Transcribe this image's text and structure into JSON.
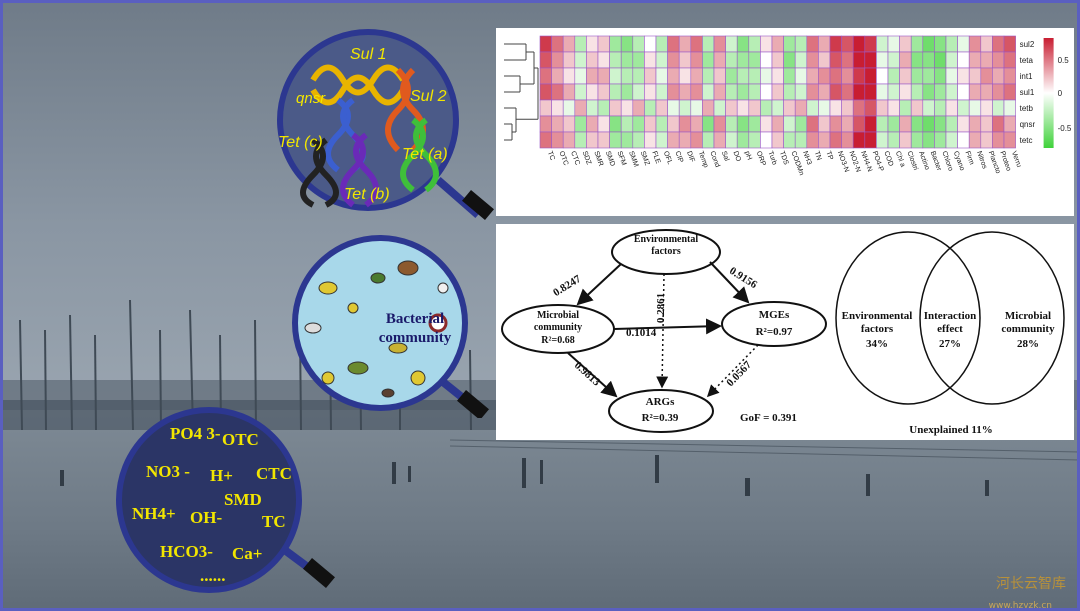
{
  "lens_args": {
    "labels": [
      "Sul 1",
      "qnsr",
      "Sul 2",
      "Tet (c)",
      "Tet (a)",
      "Tet (b)"
    ]
  },
  "lens_bacteria": {
    "label": "Bacterial community"
  },
  "lens_chemicals": {
    "labels": [
      "PO4 3-",
      "OTC",
      "NO3 -",
      "H+",
      "CTC",
      "SMD",
      "NH4+",
      "OH-",
      "TC",
      "HCO3-",
      "Ca+",
      "......"
    ]
  },
  "heatmap": {
    "rows": [
      "sul2",
      "teta",
      "int1",
      "sul1",
      "tetb",
      "qnsr",
      "tetc"
    ],
    "columns": [
      "TC",
      "OTC",
      "CTC",
      "SDZ",
      "SMR",
      "SMD",
      "SFM",
      "SMM",
      "SMZ",
      "FLE",
      "OFL",
      "CIP",
      "DIF",
      "Temp",
      "Cond",
      "Sal",
      "DO",
      "pH",
      "ORP",
      "Turb",
      "TDS",
      "CODMn",
      "NH3",
      "TN",
      "TP",
      "NO3-N",
      "NO2-N",
      "NH4-N",
      "PO4-P",
      "COD",
      "Chl a",
      "Clostri",
      "Actino",
      "Bacter",
      "Chloro",
      "Cyano",
      "Firm",
      "Nitros",
      "Plancto",
      "Proteo",
      "Verru"
    ],
    "legend_ticks": [
      "0.5",
      "0",
      "-0.5"
    ],
    "values": [
      [
        0.7,
        0.5,
        0.3,
        -0.3,
        0.1,
        0.2,
        -0.4,
        -0.5,
        -0.3,
        0.0,
        -0.3,
        0.5,
        0.3,
        0.5,
        -0.3,
        0.4,
        -0.2,
        -0.5,
        -0.3,
        0.1,
        0.3,
        -0.4,
        -0.3,
        0.5,
        0.3,
        0.7,
        0.6,
        0.8,
        0.7,
        -0.2,
        -0.1,
        0.2,
        -0.4,
        -0.6,
        -0.5,
        -0.3,
        -0.1,
        0.4,
        0.2,
        0.5,
        0.6
      ],
      [
        0.6,
        0.4,
        0.2,
        -0.2,
        0.2,
        0.1,
        -0.3,
        -0.4,
        -0.4,
        0.1,
        -0.2,
        0.4,
        0.2,
        0.4,
        -0.4,
        0.3,
        -0.3,
        -0.4,
        -0.4,
        0.0,
        0.2,
        -0.5,
        -0.2,
        0.4,
        0.2,
        0.6,
        0.5,
        0.9,
        0.8,
        -0.1,
        -0.2,
        0.3,
        -0.5,
        -0.5,
        -0.6,
        -0.2,
        0.0,
        0.3,
        0.3,
        0.4,
        0.5
      ],
      [
        0.5,
        0.3,
        0.1,
        -0.1,
        0.3,
        0.3,
        -0.2,
        -0.3,
        -0.3,
        0.2,
        -0.1,
        0.3,
        0.1,
        0.3,
        -0.3,
        0.2,
        -0.4,
        -0.3,
        -0.3,
        -0.1,
        0.1,
        -0.4,
        -0.1,
        0.3,
        0.4,
        0.5,
        0.4,
        0.7,
        0.9,
        0.0,
        -0.3,
        0.2,
        -0.4,
        -0.4,
        -0.5,
        -0.1,
        0.1,
        0.2,
        0.4,
        0.3,
        0.4
      ],
      [
        0.6,
        0.5,
        0.3,
        -0.2,
        0.1,
        0.2,
        -0.3,
        -0.4,
        -0.2,
        0.1,
        -0.2,
        0.4,
        0.3,
        0.4,
        -0.2,
        0.3,
        -0.3,
        -0.4,
        -0.3,
        0.0,
        0.2,
        -0.3,
        -0.2,
        0.4,
        0.3,
        0.6,
        0.5,
        0.8,
        0.8,
        -0.1,
        -0.2,
        0.1,
        -0.3,
        -0.5,
        -0.4,
        -0.2,
        0.0,
        0.3,
        0.3,
        0.4,
        0.5
      ],
      [
        0.2,
        0.1,
        -0.1,
        0.3,
        -0.2,
        -0.3,
        0.2,
        0.1,
        0.3,
        -0.3,
        0.2,
        -0.1,
        -0.2,
        -0.1,
        0.3,
        -0.2,
        0.2,
        0.1,
        0.2,
        -0.3,
        -0.2,
        0.2,
        0.3,
        -0.2,
        -0.1,
        0.1,
        0.2,
        0.5,
        0.6,
        0.2,
        0.1,
        -0.3,
        0.2,
        -0.2,
        -0.3,
        0.1,
        -0.2,
        -0.1,
        0.1,
        -0.2,
        -0.1
      ],
      [
        0.4,
        0.3,
        0.2,
        -0.4,
        0.3,
        0.1,
        -0.5,
        -0.3,
        -0.4,
        0.2,
        -0.3,
        0.2,
        0.4,
        0.3,
        -0.5,
        0.4,
        -0.3,
        -0.5,
        -0.4,
        0.1,
        0.3,
        -0.2,
        -0.4,
        0.5,
        0.2,
        0.4,
        0.3,
        0.6,
        0.9,
        -0.3,
        -0.4,
        0.3,
        -0.5,
        -0.6,
        -0.5,
        -0.3,
        0.1,
        0.3,
        0.2,
        0.5,
        0.3
      ],
      [
        0.5,
        0.4,
        0.3,
        -0.3,
        0.2,
        0.2,
        -0.4,
        -0.4,
        -0.3,
        0.1,
        -0.2,
        0.3,
        0.3,
        0.4,
        -0.3,
        0.3,
        -0.2,
        -0.4,
        -0.3,
        0.0,
        0.2,
        -0.3,
        -0.3,
        0.4,
        0.3,
        0.5,
        0.4,
        0.9,
        0.9,
        -0.2,
        -0.3,
        0.2,
        -0.4,
        -0.5,
        -0.4,
        -0.2,
        0.0,
        0.3,
        0.2,
        0.4,
        0.4
      ]
    ]
  },
  "path_model": {
    "env_label": "Environmental factors",
    "mc_label": "Microbial community",
    "mc_r2": "R²=0.68",
    "mge_label": "MGEs",
    "mge_r2": "R²=0.97",
    "arg_label": "ARGs",
    "arg_r2": "R²=0.39",
    "coef_env_mc": "0.8247",
    "coef_env_mge": "0.9156",
    "coef_env_arg": "0.2861",
    "coef_mc_mge": "0.1014",
    "coef_mc_arg": "0.9813",
    "coef_mge_arg": "0.0567",
    "gof": "GoF = 0.391"
  },
  "venn": {
    "left_label": "Environmental factors",
    "left_value": "34%",
    "middle_label": "Interaction effect",
    "middle_value": "27%",
    "right_label": "Microbial community",
    "right_value": "28%",
    "unexplained": "Unexplained 11%"
  },
  "watermark": {
    "text": "河长云智库",
    "url": "www.hzyzk.cn"
  },
  "colors": {
    "frame": "#5a5fc0",
    "lens_ring": "#2c3790",
    "highlight": "#f2e600",
    "heat_pos": "#c81e32",
    "heat_neg": "#3fd23a"
  }
}
